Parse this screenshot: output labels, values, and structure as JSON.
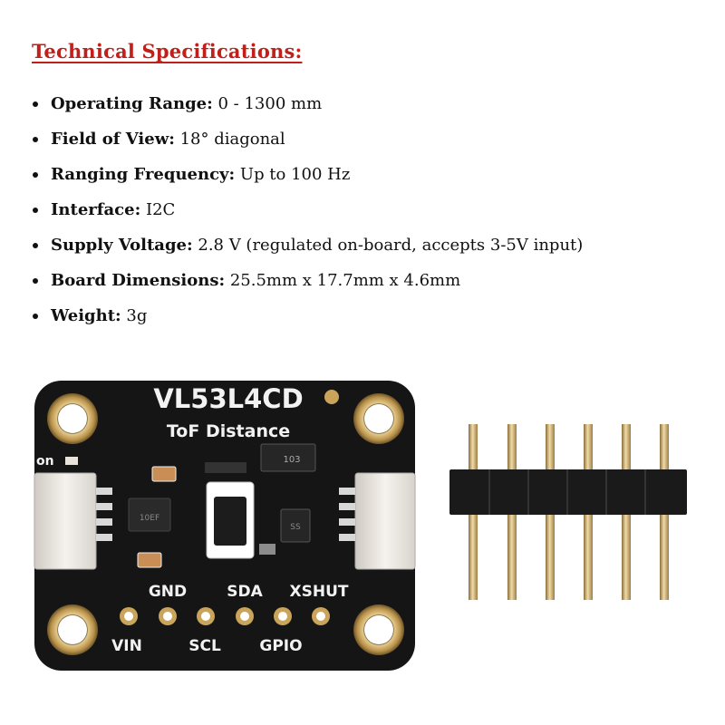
{
  "heading": "Technical Specifications:",
  "specs": [
    {
      "label": "Operating Range:",
      "value": " 0 - 1300 mm"
    },
    {
      "label": "Field of View:",
      "value": " 18° diagonal"
    },
    {
      "label": "Ranging Frequency:",
      "value": " Up to 100 Hz"
    },
    {
      "label": "Interface:",
      "value": " I2C"
    },
    {
      "label": "Supply Voltage:",
      "value": " 2.8 V (regulated on-board, accepts 3-5V input)"
    },
    {
      "label": "Board Dimensions:",
      "value": " 25.5mm x 17.7mm x 4.6mm"
    },
    {
      "label": "Weight:",
      "value": " 3g"
    }
  ],
  "board": {
    "title": "VL53L4CD",
    "subtitle": "ToF Distance",
    "on_label": "on",
    "chip_103": "103",
    "chip_10ef": "10EF",
    "chip_ss": "SS",
    "pins_top": [
      "GND",
      "SDA",
      "XSHUT"
    ],
    "pins_bottom": [
      "VIN",
      "SCL",
      "GPIO"
    ],
    "pcb_color": "#151515",
    "gold_color": "#c9a45a"
  },
  "header_pins": {
    "count": 6
  }
}
